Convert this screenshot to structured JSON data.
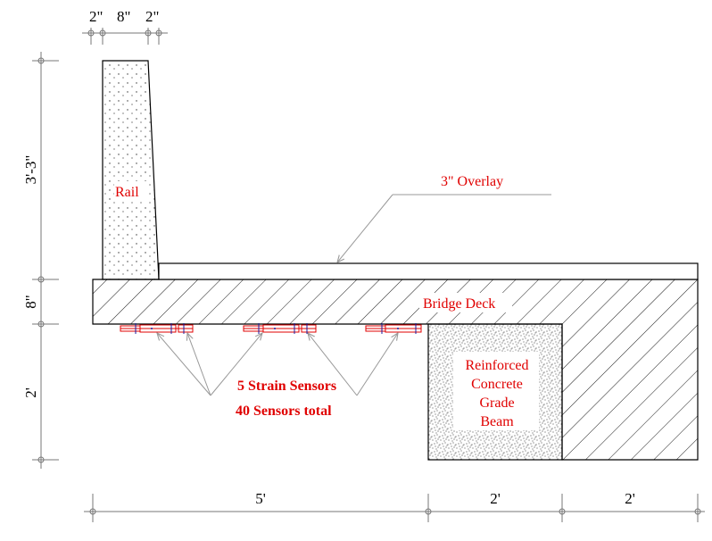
{
  "dimensions": {
    "top": [
      "2\"",
      "8\"",
      "2\""
    ],
    "left": [
      "3'-3\"",
      "8\"",
      "2'"
    ],
    "bottom": [
      "5'",
      "2'",
      "2'"
    ]
  },
  "labels": {
    "rail": "Rail",
    "overlay": "3\" Overlay",
    "bridge_deck": "Bridge Deck",
    "grade_beam": [
      "Reinforced",
      "Concrete",
      "Grade",
      "Beam"
    ],
    "sensors_line1": "5 Strain Sensors",
    "sensors_line2": "40 Sensors total"
  },
  "colors": {
    "label": "#e00000",
    "outline": "#000000",
    "dimension_line": "#777777",
    "leader": "#999999",
    "sensor": "#e00000",
    "sensor_mark": "#1a1aa0"
  }
}
